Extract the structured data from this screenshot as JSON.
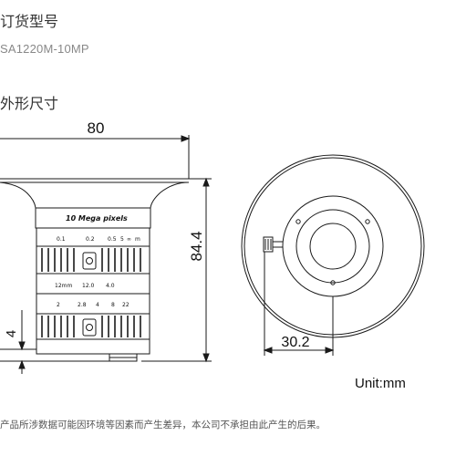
{
  "header": {
    "order_title": "订货型号",
    "model_no": "SA1220M-10MP"
  },
  "section": {
    "dimension_title": "外形尺寸"
  },
  "dimensions": {
    "width": "80",
    "height": "84.4",
    "flange": "4",
    "radius": "30.2",
    "unit": "Unit:mm"
  },
  "lens_markings": {
    "brand_text": "10 Mega pixels",
    "distance_scale": [
      "0.1",
      "0.2",
      "0.5",
      "5",
      "∞",
      "m"
    ],
    "focal_scale": [
      "12mm",
      "12.0",
      "4.0"
    ],
    "aperture_scale": [
      "2",
      "2.8",
      "4",
      "8",
      "22"
    ]
  },
  "footer": {
    "disclaimer": "产品所涉数据可能因环境等因素而产生差异，本公司不承担由此产生的后果。"
  },
  "colors": {
    "line": "#1a1a1a",
    "body_text": "#333333",
    "muted_text": "#888888"
  }
}
